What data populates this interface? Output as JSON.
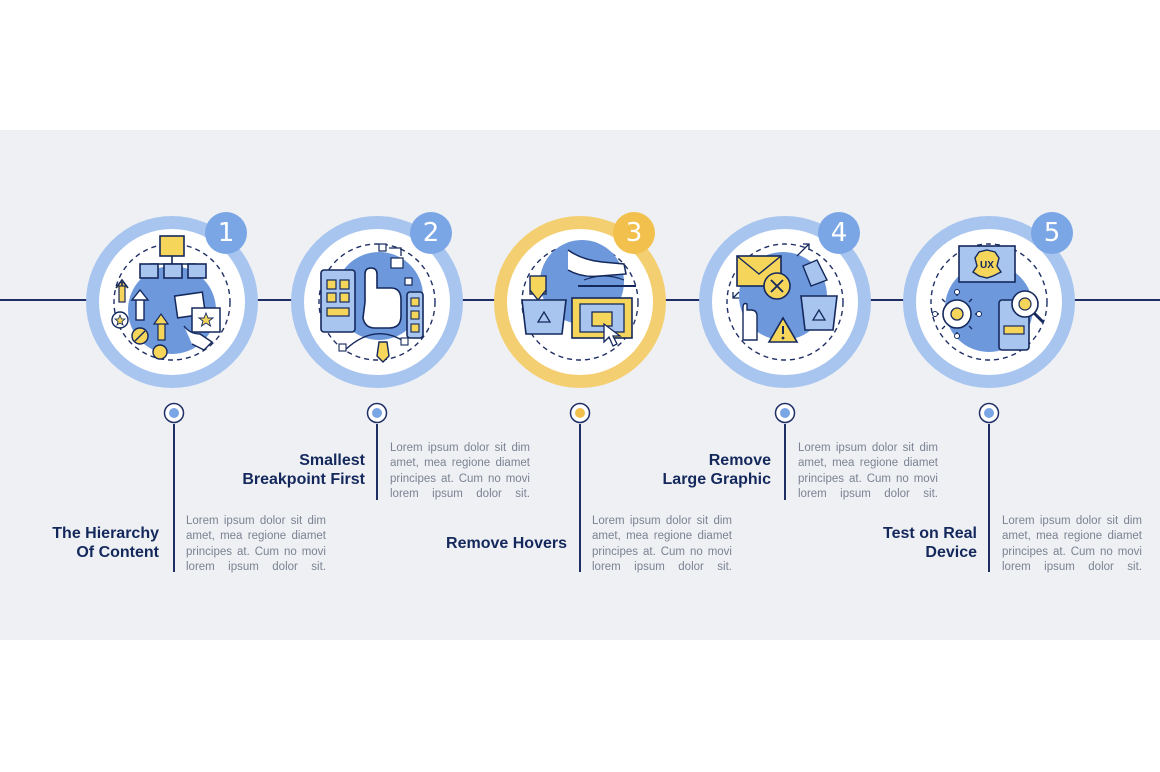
{
  "colors": {
    "navy": "#14285c",
    "blue_ring": "#a8c5ef",
    "blue_badge": "#7aa6e6",
    "blue_fill": "#6e98dc",
    "yellow_ring": "#f4cf72",
    "yellow_badge": "#f2c04d",
    "yellow_fill": "#f5d55a",
    "panel_bg": "#eef0f4",
    "text_gray": "#7b8292"
  },
  "steps": [
    {
      "number": "1",
      "title": "The Hierarchy Of Content",
      "title_lines": [
        "The Hierarchy",
        "Of Content"
      ],
      "description": "Lorem ipsum dolor sit dim amet, mea regione diamet principes at. Cum no movi lorem ipsum dolor sit.",
      "icon": "hierarchy-flowchart-icon",
      "accent": "blue"
    },
    {
      "number": "2",
      "title": "Smallest Breakpoint First",
      "title_lines": [
        "Smallest",
        "Breakpoint First"
      ],
      "description": "Lorem ipsum dolor sit dim amet, mea regione diamet principes at. Cum no movi lorem ipsum dolor sit.",
      "icon": "touch-gesture-mobile-icon",
      "accent": "blue"
    },
    {
      "number": "3",
      "title": "Remove Hovers",
      "title_lines": [
        "Remove Hovers"
      ],
      "description": "Lorem ipsum dolor sit dim amet, mea regione diamet principes at. Cum no movi lorem ipsum dolor sit.",
      "icon": "remove-hover-recycle-icon",
      "accent": "yellow"
    },
    {
      "number": "4",
      "title": "Remove Large Graphic",
      "title_lines": [
        "Remove",
        "Large Graphic"
      ],
      "description": "Lorem ipsum dolor sit dim amet, mea regione diamet principes at. Cum no movi lorem ipsum dolor sit.",
      "icon": "remove-graphic-warning-icon",
      "accent": "blue"
    },
    {
      "number": "5",
      "title": "Test on Real Device",
      "title_lines": [
        "Test on Real",
        "Device"
      ],
      "description": "Lorem ipsum dolor sit dim amet, mea regione diamet principes at. Cum no movi lorem ipsum dolor sit.",
      "icon": "ux-testing-bug-icon",
      "accent": "blue"
    }
  ]
}
